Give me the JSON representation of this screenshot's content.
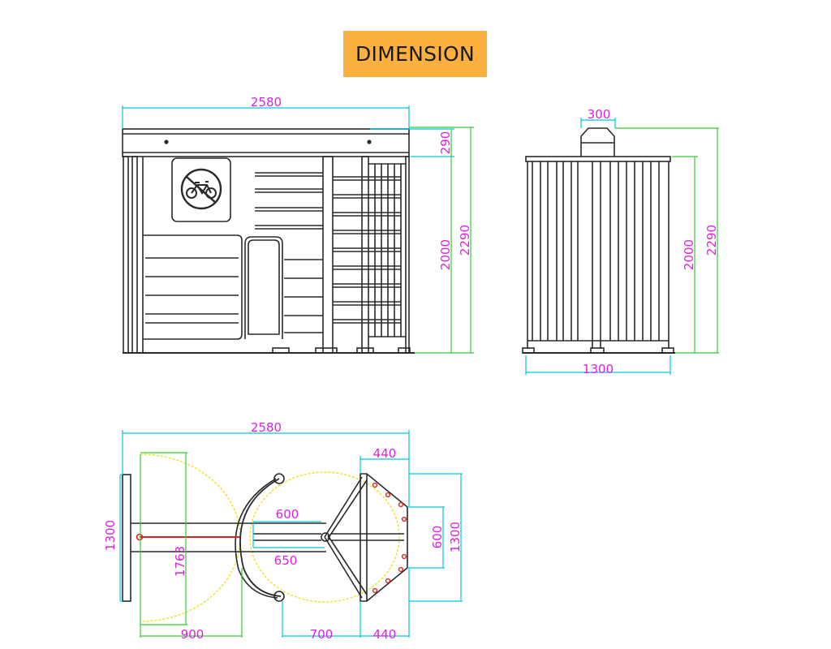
{
  "title": "DIMENSION",
  "colors": {
    "badge": "#fbb040",
    "outline": "#2a2a2a",
    "dim_line_top": "#00c8e0",
    "dim_line_side": "#33cc33",
    "dim_text": "#e020e0",
    "sweep": "#f0e020",
    "arm": "#e02020"
  },
  "icons": [
    "bicycle-icon"
  ],
  "front_view": {
    "width": "2580",
    "top_height": "290",
    "body_height": "2000",
    "total_height": "2290"
  },
  "side_view": {
    "top_width": "300",
    "body_height": "2000",
    "total_height": "2290",
    "width": "1300"
  },
  "plan_view": {
    "width": "2580",
    "gate_depth": "440",
    "left_width": "1300",
    "arm_radius": "1763",
    "rotor_inner": "600",
    "rotor_outer": "650",
    "right_inner": "600",
    "right_width": "1300",
    "bottom_left": "900",
    "bottom_mid": "700",
    "bottom_right": "440"
  }
}
